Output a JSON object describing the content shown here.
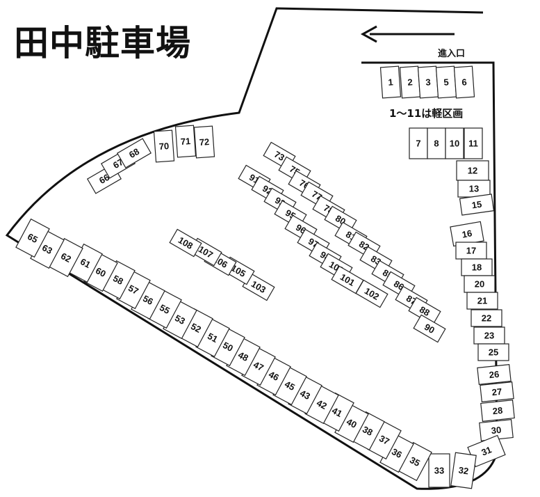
{
  "title": "田中駐車場",
  "entrance_label": "進入口",
  "kei_note": "1～11は軽区画",
  "stalls": [
    "1",
    "2",
    "3",
    "5",
    "6",
    "7",
    "8",
    "10",
    "11",
    "12",
    "13",
    "15",
    "16",
    "17",
    "18",
    "20",
    "21",
    "22",
    "23",
    "25",
    "26",
    "27",
    "28",
    "30",
    "31",
    "32",
    "33",
    "35",
    "36",
    "37",
    "38",
    "40",
    "41",
    "42",
    "43",
    "45",
    "46",
    "47",
    "48",
    "50",
    "51",
    "52",
    "53",
    "55",
    "56",
    "57",
    "58",
    "60",
    "61",
    "62",
    "63",
    "65",
    "66",
    "67",
    "68",
    "70",
    "71",
    "72",
    "73",
    "75",
    "76",
    "77",
    "78",
    "80",
    "81",
    "82",
    "83",
    "85",
    "86",
    "87",
    "88",
    "90",
    "91",
    "92",
    "93",
    "95",
    "96",
    "97",
    "98",
    "100",
    "101",
    "102",
    "103",
    "105",
    "106",
    "107",
    "108"
  ]
}
